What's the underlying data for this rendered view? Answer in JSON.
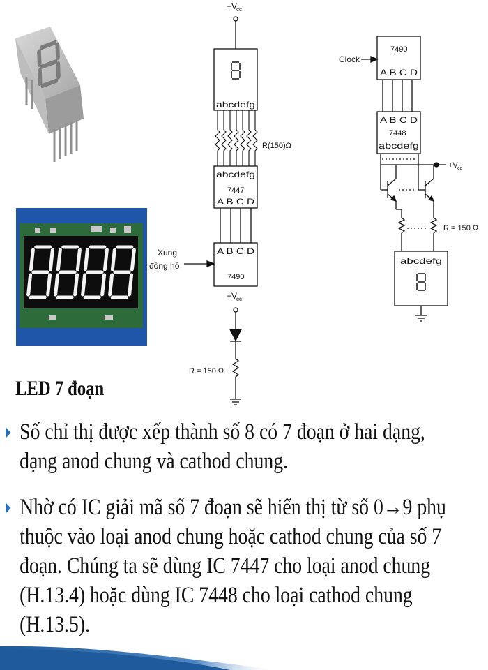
{
  "diagram": {
    "vcc_label": "+V",
    "vcc_sub": "cc",
    "left_display_segments": "abcdefg",
    "resistor_array_label": "R(150)Ω",
    "ic7447_segments": "abcdefg",
    "ic7447_name": "7447",
    "ic7447_inputs": "A  B C  D",
    "ic7490_left_inputs": "A  B C  D",
    "ic7490_left_name": "7490",
    "clock_input_line1": "Xung",
    "clock_input_line2": "đồng hồ",
    "led_resistor_label": "R = 150 Ω",
    "clock_label": "Clock",
    "ic7490_right_name": "7490",
    "ic7490_right_outputs": "A  B C  D",
    "ic7448_inputs": "A  B C  D",
    "ic7448_name": "7448",
    "ic7448_segments": "abcdefg",
    "right_resistor_label": "R = 150 Ω",
    "right_display_segments": "abcdefg"
  },
  "text": {
    "title": "LED 7 đoạn",
    "bullets": [
      "Số chỉ thị được xếp thành số 8 có 7 đoạn ở hai dạng, dạng anod chung và cathod chung.",
      "Nhờ có IC giải mã số 7 đoạn sẽ hiển thị từ số 0→9 phụ thuộc vào loại anod chung hoặc cathod chung của số 7 đoạn. Chúng ta sẽ dùng IC 7447 cho loại anod chung (H.13.4) hoặc dùng IC 7448 cho loại cathod chung (H.13.5)."
    ]
  },
  "colors": {
    "bullet_marker": "#2a6fb5",
    "pcb_background": "#1f55a8",
    "pcb_board": "#2d6b3a",
    "led_segment": "#f4f4f4",
    "footer_stripe": "#1e5a9c"
  },
  "icons": [
    "single-seven-segment-led-photo",
    "four-digit-seven-segment-module-photo",
    "ground-symbol",
    "diode-symbol",
    "npn-transistor-symbol"
  ]
}
